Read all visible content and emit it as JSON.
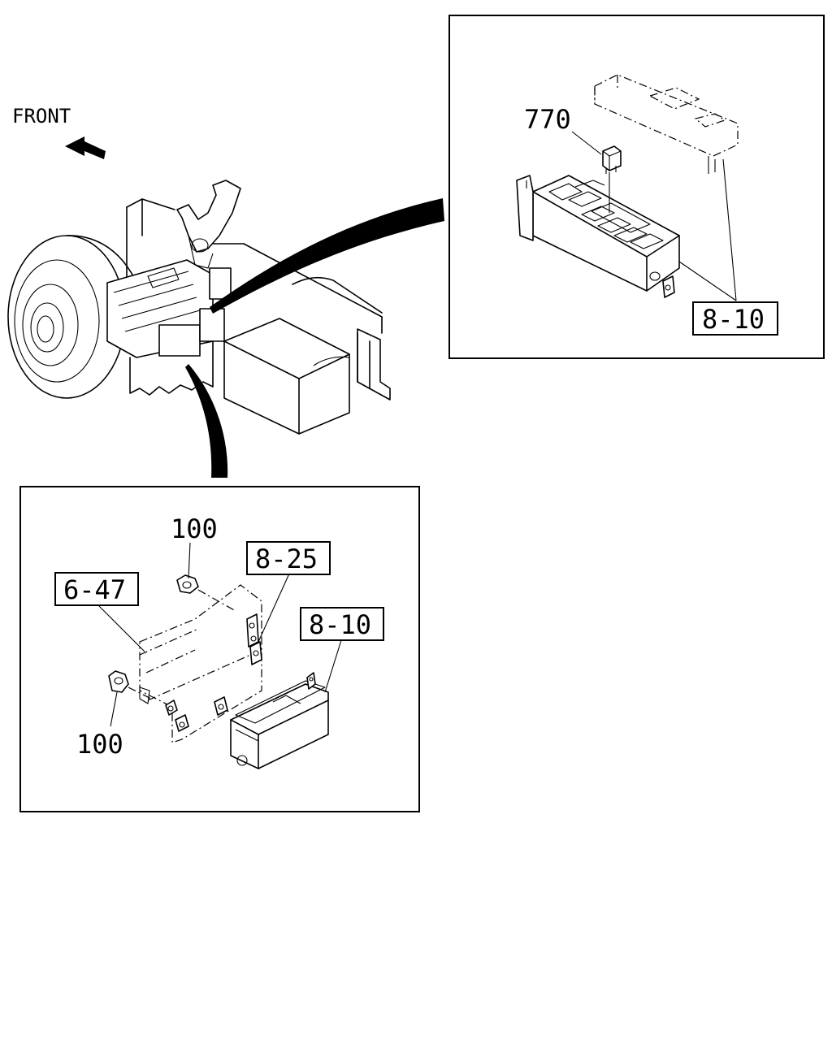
{
  "direction_label": "FRONT",
  "callouts": {
    "top_relay": "770",
    "top_fuse_box": "8-10",
    "bracket": "6-47",
    "relay_mount": "8-25",
    "bottom_fuse_box": "8-10",
    "nut_upper": "100",
    "nut_lower": "100"
  },
  "icons": {
    "direction": "arrow-left-icon"
  }
}
